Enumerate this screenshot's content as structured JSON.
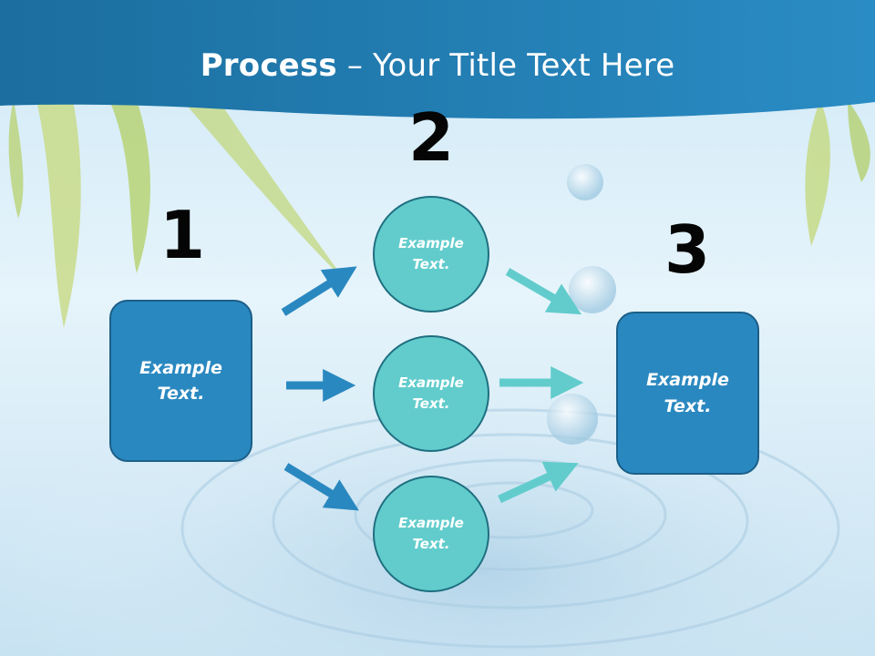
{
  "title": {
    "bold": "Process",
    "rest": " – Your Title Text Here"
  },
  "steps": {
    "one": "1",
    "two": "2",
    "three": "3"
  },
  "nodes": {
    "left_box": [
      "Example",
      "Text."
    ],
    "circle_top": [
      "Example",
      "Text."
    ],
    "circle_middle": [
      "Example",
      "Text."
    ],
    "circle_bottom": [
      "Example",
      "Text."
    ],
    "right_box": [
      "Example",
      "Text."
    ]
  },
  "colors": {
    "header": "#1a6fa3",
    "box_fill": "#2a88c0",
    "circle_fill": "#62cccc",
    "arrow_blue": "#2a88c0",
    "arrow_teal": "#62cccc"
  }
}
